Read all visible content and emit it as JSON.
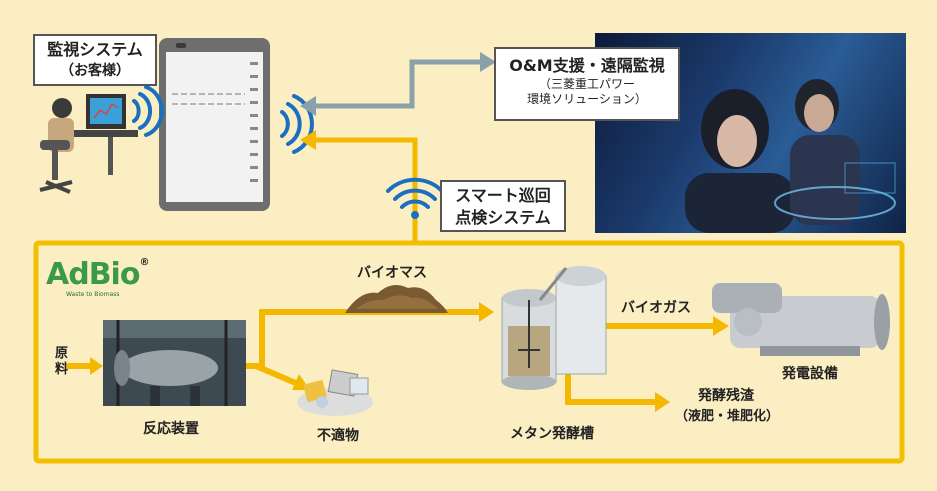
{
  "monitor_system": {
    "title": "監視システム",
    "subtitle": "（お客様）"
  },
  "om_support": {
    "title": "O&M支援・遠隔監視",
    "line1": "（三菱重工パワー",
    "line2": "環境ソリューション）"
  },
  "smart_patrol": {
    "line1": "スマート巡回",
    "line2": "点検システム"
  },
  "logo": {
    "text": "AdBio",
    "tagline": "Waste to Biomass",
    "mark": "®"
  },
  "process": {
    "raw_material": "原料",
    "reactor": "反応装置",
    "biomass": "バイオマス",
    "unsuitable": "不適物",
    "methane_tank": "メタン発酵槽",
    "biogas": "バイオガス",
    "power_plant": "発電設備",
    "residue": "発酵残渣",
    "residue_note": "（液肥・堆肥化）"
  },
  "colors": {
    "flow_arrow": "#f5b800",
    "comm_arrow": "#8aa0ab",
    "frame": "#f3c000",
    "background": "#fbeec3"
  }
}
